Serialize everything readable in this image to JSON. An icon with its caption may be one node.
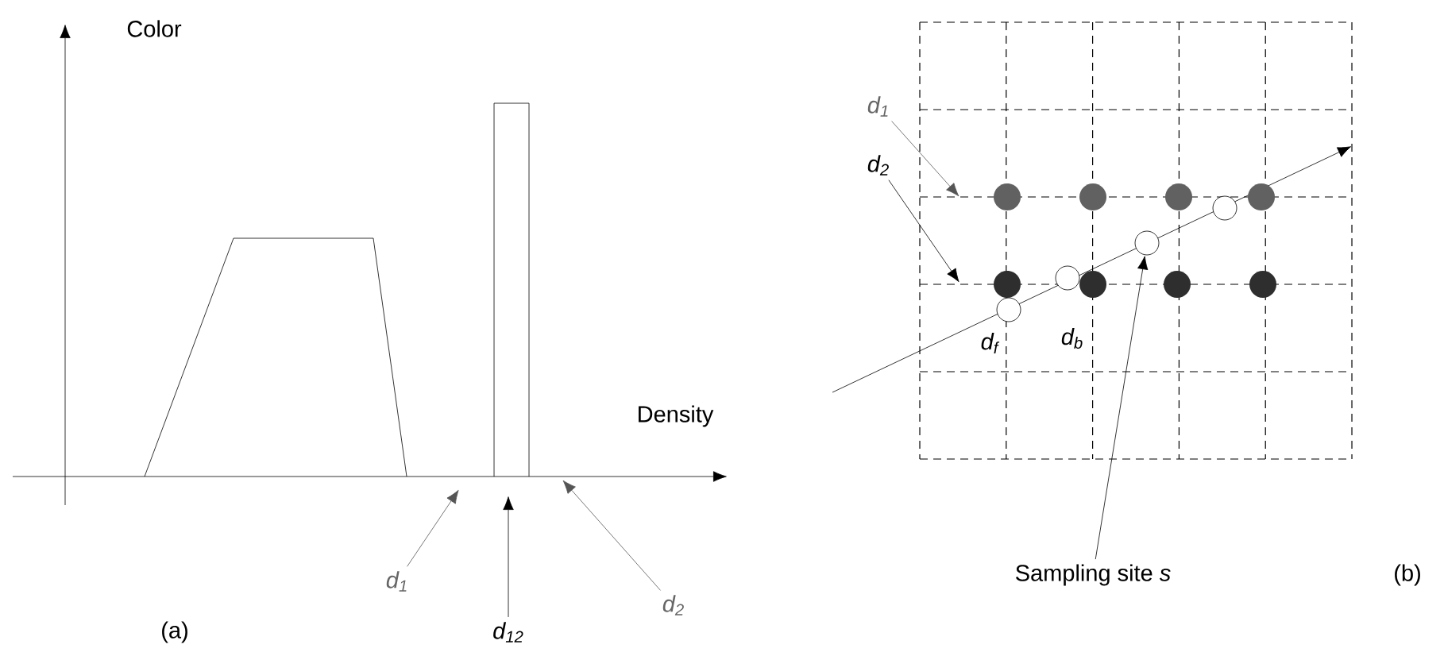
{
  "diagram": {
    "nodes": [
      {
        "text": [
          "d$_{1}$"
        ]
      },
      {
        "text": [
          "d$_{12}$"
        ]
      },
      {
        "text": [
          "d$_{2}$"
        ]
      },
      {
        "text": [
          "d$_{1}$"
        ]
      },
      {
        "text": [
          "d$_{2}$"
        ]
      },
      {
        "text": [
          "Sampling site *s*"
        ]
      },
      {
        "text": [],
        "shape": "circle"
      },
      {
        "text": [],
        "shape": "circle"
      },
      {
        "text": [],
        "shape": "circle"
      },
      {
        "text": [],
        "shape": "circle"
      }
    ],
    "edges": [
      {
        "from": 0,
        "to": null,
        "arrow": "to",
        "color": "#555555"
      },
      {
        "from": 1,
        "to": null,
        "arrow": "to"
      },
      {
        "from": 2,
        "to": null,
        "arrow": "to",
        "color": "#555555"
      },
      {
        "from": 3,
        "to": null,
        "arrow": "to",
        "color": "#555555"
      },
      {
        "from": 4,
        "to": null,
        "arrow": "to"
      },
      {
        "from": 5,
        "to": 8,
        "arrow": "to"
      }
    ],
    "labels": [
      "Color",
      "Density",
      "(a)",
      "d$_{f}$",
      "d$_{b}$",
      "(b)"
    ]
  }
}
